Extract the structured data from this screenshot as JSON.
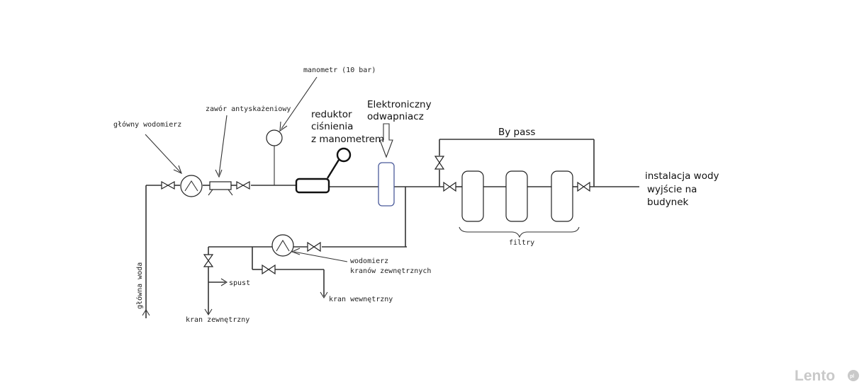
{
  "labels": {
    "glowny_wodomierz": "główny wodomierz",
    "zawor": "zawór antyskażeniowy",
    "manometr": "manometr (10 bar)",
    "reduktor_1": "reduktor",
    "reduktor_2": "ciśnienia",
    "reduktor_3": "z manometrem",
    "odwapniacz_1": "Elektroniczny",
    "odwapniacz_2": "odwapniacz",
    "bypass": "By pass",
    "instalacja_1": "instalacja wody",
    "instalacja_2": "wyjście na",
    "instalacja_3": "budynek",
    "filtry": "filtry",
    "glowna_woda": "główna woda",
    "wodomierz_kranow_1": "wodomierz",
    "wodomierz_kranow_2": "kranów zewnętrznych",
    "spust": "spust",
    "kran_wewnetrzny": "kran wewnętrzny",
    "kran_zewnetrzny": "kran zewnętrzny"
  },
  "watermark": {
    "text": "Lento",
    "badge": "pl"
  },
  "icons": {
    "valve": "gate-valve-icon",
    "meter": "water-meter-icon",
    "gauge": "pressure-gauge-icon",
    "filter": "filter-cartridge-icon"
  },
  "colors": {
    "line": "#333333",
    "softener_outline": "#4a5a9a",
    "watermark": "#c9c9c9"
  }
}
